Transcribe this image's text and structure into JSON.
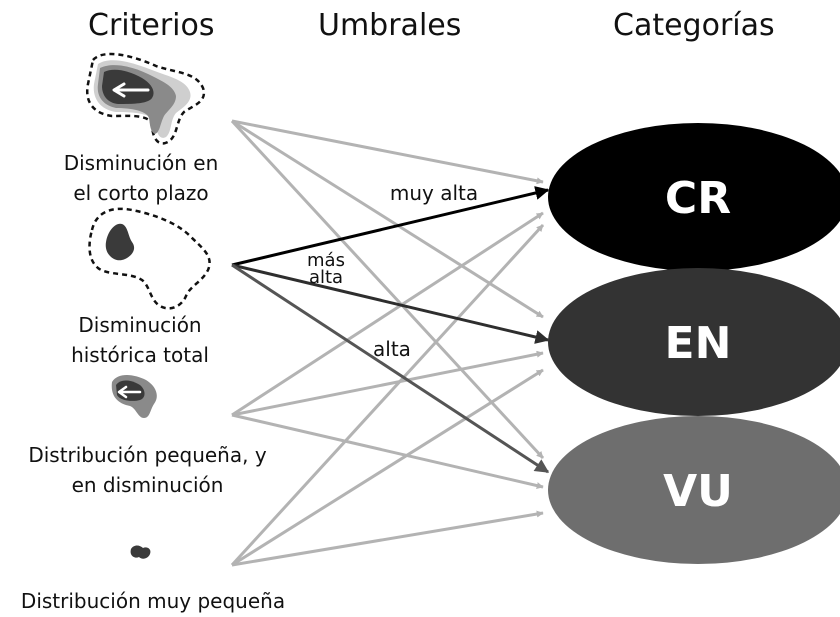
{
  "headers": {
    "criteria": "Criterios",
    "thresholds": "Umbrales",
    "categories": "Categorías"
  },
  "criteria": [
    {
      "label": "Disminución en el corto plazo"
    },
    {
      "label": "Disminución histórica total"
    },
    {
      "label": "Distribución pequeña, y en disminución"
    },
    {
      "label": "Distribución muy pequeña"
    }
  ],
  "categories": [
    {
      "code": "CR",
      "color": "#000000"
    },
    {
      "code": "EN",
      "color": "#333333"
    },
    {
      "code": "VU",
      "color": "#6e6e6e"
    }
  ],
  "thresholds": {
    "very_high": "muy alta",
    "higher_1": "más",
    "higher_2": "alta",
    "high": "alta"
  },
  "colors": {
    "gray_arrow": "#b3b3b3",
    "black_arrow": "#000000",
    "dark_arrow": "#2e2e2e",
    "mid_arrow": "#555555"
  }
}
